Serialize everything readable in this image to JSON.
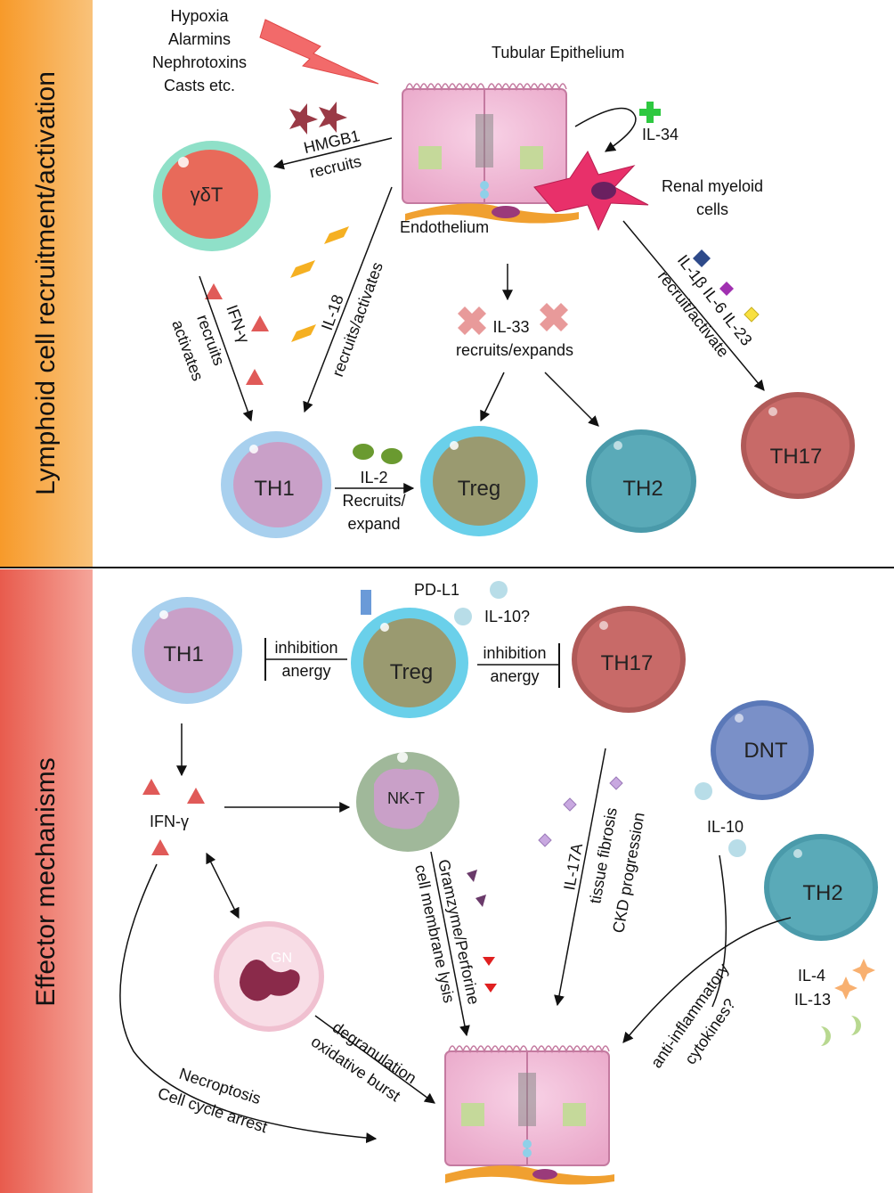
{
  "sections": {
    "top_label": "Lymphoid cell recruitment/activation",
    "bottom_label": "Effector mechanisms"
  },
  "colors": {
    "top_band": "#f79a2a",
    "bottom_band": "#e85b4d",
    "th1": "#c9a0c8",
    "treg": "#9a9a70",
    "th2": "#5aaab8",
    "th17": "#c86a68",
    "gdt": "#e86a5a",
    "dnt": "#7a90c8",
    "nkt": "#a0b89a",
    "gn": "#f0c0d0",
    "epithelium": "#f1b5d4"
  },
  "top": {
    "triggers": [
      "Hypoxia",
      "Alarmins",
      "Nephrotoxins",
      "Casts etc."
    ],
    "tubular_epithelium": "Tubular Epithelium",
    "endothelium": "Endothelium",
    "il34": "IL-34",
    "renal_myeloid": [
      "Renal myeloid",
      "cells"
    ],
    "hmgb1": [
      "HMGB1",
      "recruits"
    ],
    "ifn_label": [
      "IFN-γ",
      "recruits",
      "activates"
    ],
    "il18_label": [
      "IL-18",
      "recruits/activates"
    ],
    "il33": [
      "IL-33",
      "recruits/expands"
    ],
    "il1_label": [
      "IL-1β  IL-6 IL-23",
      "recruit/activate"
    ],
    "il2": [
      "IL-2",
      "Recruits/",
      "expand"
    ],
    "cells": {
      "gdt": "γδT",
      "th1": "TH1",
      "treg": "Treg",
      "th2": "TH2",
      "th17": "TH17"
    }
  },
  "bottom": {
    "pdl1": "PD-L1",
    "il10q": "IL-10?",
    "inhibition_left": [
      "inhibition",
      "anergy"
    ],
    "inhibition_right": [
      "inhibition",
      "anergy"
    ],
    "ifn": "IFN-γ",
    "il10": "IL-10",
    "il17": [
      "IL-17A",
      "tissue fibrosis",
      "CKD progression"
    ],
    "granzyme": [
      "Gramzyme/Perforine",
      "cell membrane lysis"
    ],
    "degranulation": [
      "degranulation",
      "oxidative burst"
    ],
    "necroptosis": [
      "Necroptosis",
      "Cell cycle arrest"
    ],
    "anti_inflammatory": [
      "anti-inflammatory",
      "cytokines?"
    ],
    "il4": "IL-4",
    "il13": "IL-13",
    "cells": {
      "th1": "TH1",
      "treg": "Treg",
      "th17": "TH17",
      "dnt": "DNT",
      "nkt": "NK-T",
      "th2": "TH2",
      "gn": "GN"
    }
  }
}
